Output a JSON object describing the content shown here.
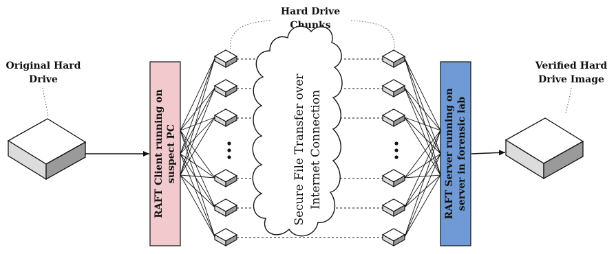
{
  "labels": {
    "chunks_line1": "Hard Drive",
    "chunks_line2": "Chunks",
    "original_line1": "Original Hard",
    "original_line2": "Drive",
    "verified_line1": "Verified Hard",
    "verified_line2": "Drive Image",
    "client_line1": "RAFT Client running on",
    "client_line2": "suspect PC",
    "server_line1": "RAFT Server running on",
    "server_line2": "server in forensic lab",
    "cloud_line1": "Secure File Transfer over",
    "cloud_line2": "Internet Connection"
  },
  "colors": {
    "client_box": "#f2c9cc",
    "server_box": "#6f9ad6",
    "drive_top": "#ffffff",
    "drive_side": "#9a9a9a",
    "drive_front": "#dcdcdc",
    "stroke": "#111111"
  },
  "icons": {
    "drive": "hard-drive-icon",
    "chunk": "chunk-drive-icon",
    "cloud": "cloud-icon",
    "ellipsis": "vertical-ellipsis-icon"
  }
}
